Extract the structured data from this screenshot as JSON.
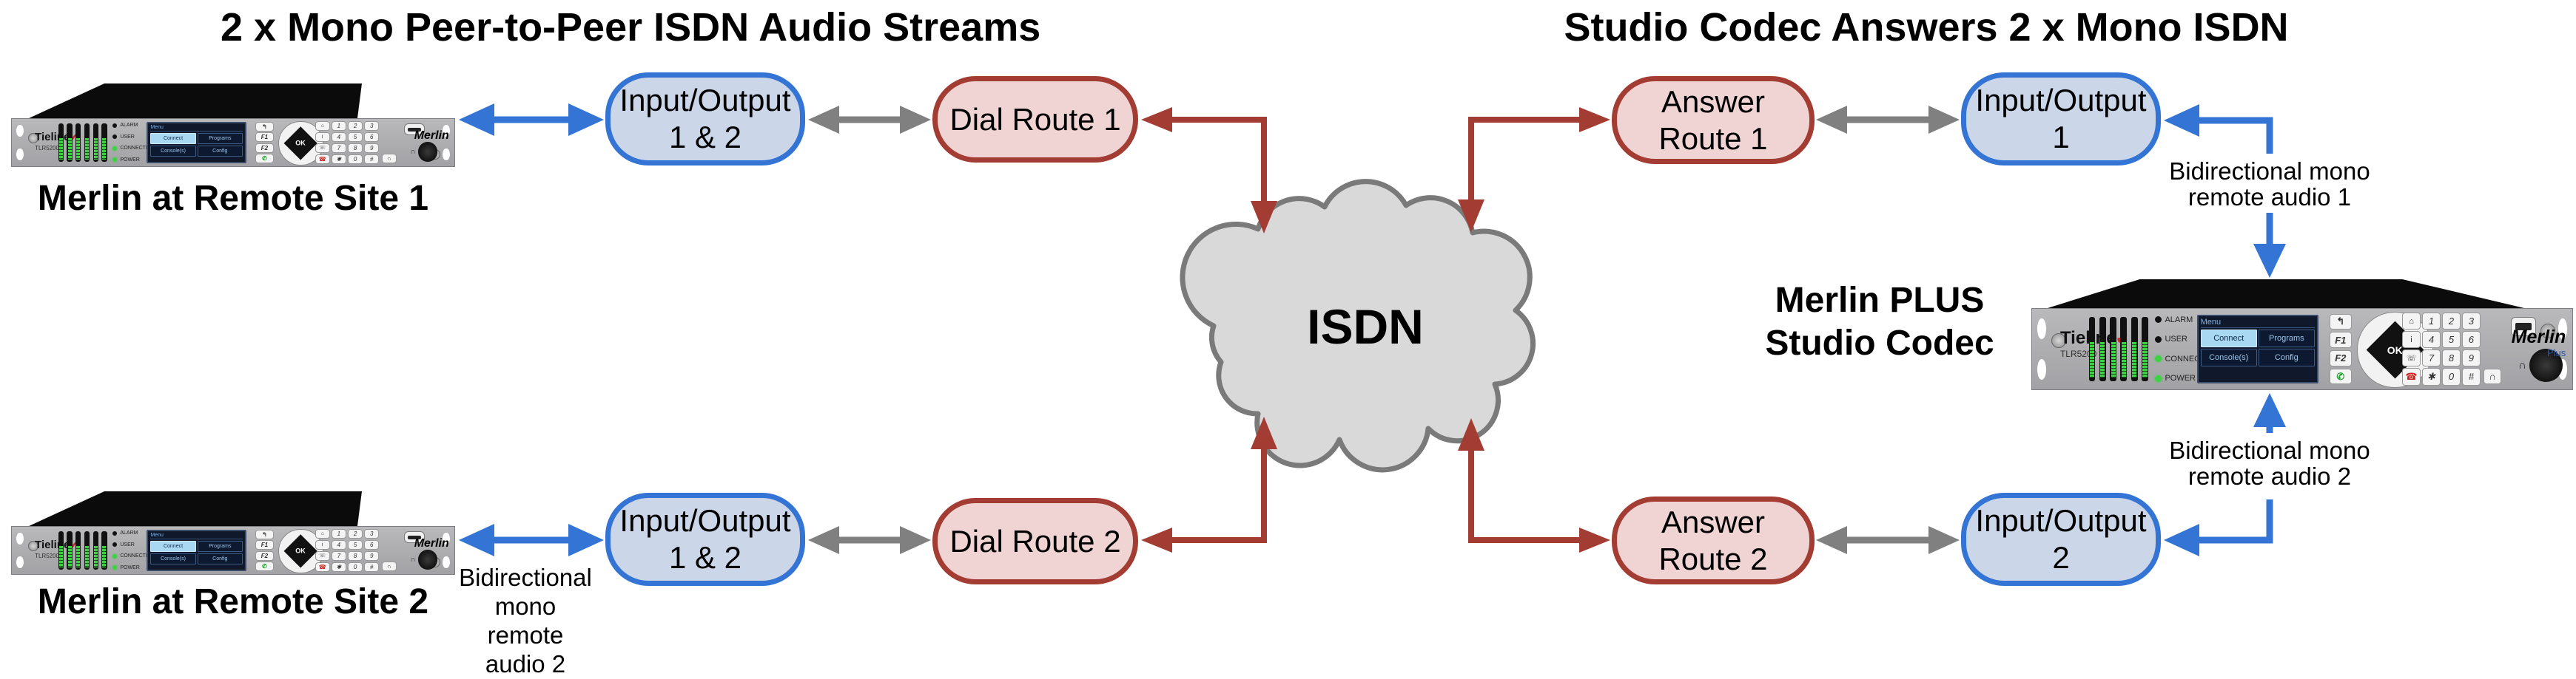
{
  "titles": {
    "left": "2 x Mono Peer-to-Peer ISDN Audio Streams",
    "right": "Studio Codec Answers 2 x Mono ISDN"
  },
  "cloud": {
    "label": "ISDN"
  },
  "nodes": {
    "io12_top": {
      "line1": "Input/Output",
      "line2": "1 & 2"
    },
    "dial1": {
      "label": "Dial Route 1"
    },
    "answer1": {
      "line1": "Answer",
      "line2": "Route 1"
    },
    "io1": {
      "line1": "Input/Output",
      "line2": "1"
    },
    "io12_bot": {
      "line1": "Input/Output",
      "line2": "1 & 2"
    },
    "dial2": {
      "label": "Dial Route 2"
    },
    "answer2": {
      "line1": "Answer",
      "line2": "Route 2"
    },
    "io2": {
      "line1": "Input/Output",
      "line2": "2"
    }
  },
  "devices": {
    "remote1": {
      "label": "Merlin at Remote Site 1"
    },
    "remote2": {
      "label": "Merlin at Remote Site 2"
    },
    "studio": {
      "label_line1": "Merlin PLUS",
      "label_line2": "Studio Codec"
    }
  },
  "device_panel": {
    "brand": "Tieline",
    "brand_check": "✔",
    "model": "TLR5200",
    "wordmark": "Merlin",
    "wordmark_plus": "Plus",
    "screen_title": "Menu",
    "screen_buttons": [
      {
        "label": "Connect",
        "cls": "active"
      },
      {
        "label": "Programs",
        "cls": ""
      },
      {
        "label": "Console(s)",
        "cls": ""
      },
      {
        "label": "Config",
        "cls": ""
      }
    ],
    "leds": [
      {
        "label": "ALARM",
        "cls": "off"
      },
      {
        "label": "USER",
        "cls": "off"
      },
      {
        "label": "CONNECTED",
        "cls": "on"
      },
      {
        "label": "POWER",
        "cls": "on"
      }
    ],
    "meters": [
      "",
      "",
      "",
      "",
      "",
      ""
    ],
    "fkeys": [
      {
        "label": "↰",
        "cls": "dark"
      },
      {
        "label": "F1",
        "cls": "fn"
      },
      {
        "label": "F2",
        "cls": "fn"
      },
      {
        "label": "✆",
        "cls": "green"
      }
    ],
    "ok_label": "OK",
    "keypad": [
      {
        "label": "⌂",
        "cls": "icon"
      },
      {
        "label": "1",
        "cls": "num"
      },
      {
        "label": "2",
        "cls": "num"
      },
      {
        "label": "3",
        "cls": "num"
      },
      {
        "label": "i",
        "cls": "icon"
      },
      {
        "label": "4",
        "cls": "num"
      },
      {
        "label": "5",
        "cls": "num"
      },
      {
        "label": "6",
        "cls": "num"
      },
      {
        "label": "☏",
        "cls": "icon"
      },
      {
        "label": "7",
        "cls": "num"
      },
      {
        "label": "8",
        "cls": "num"
      },
      {
        "label": "9",
        "cls": "num"
      },
      {
        "label": "☎",
        "cls": "red"
      },
      {
        "label": "✱",
        "cls": "num"
      },
      {
        "label": "0",
        "cls": "num"
      },
      {
        "label": "#",
        "cls": "num"
      }
    ],
    "headset_key": "∩",
    "headphone_glyph": "∩"
  },
  "annotations": {
    "bidi1": {
      "line1": "Bidirectional mono",
      "line2": "remote audio 1"
    },
    "bidi2_right": {
      "line1": "Bidirectional mono",
      "line2": "remote audio 2"
    },
    "bidi2_left": {
      "lines": [
        "Bidirectional",
        "mono",
        "remote",
        "audio 2"
      ]
    }
  },
  "colors": {
    "blue": "#3374d4",
    "blue_fill": "#cbd7e9",
    "red": "#a33d33",
    "red_fill": "#f0d4d3",
    "gray": "#808080",
    "cloud_fill": "#d9d9d9",
    "cloud_stroke": "#7a7a7a"
  }
}
